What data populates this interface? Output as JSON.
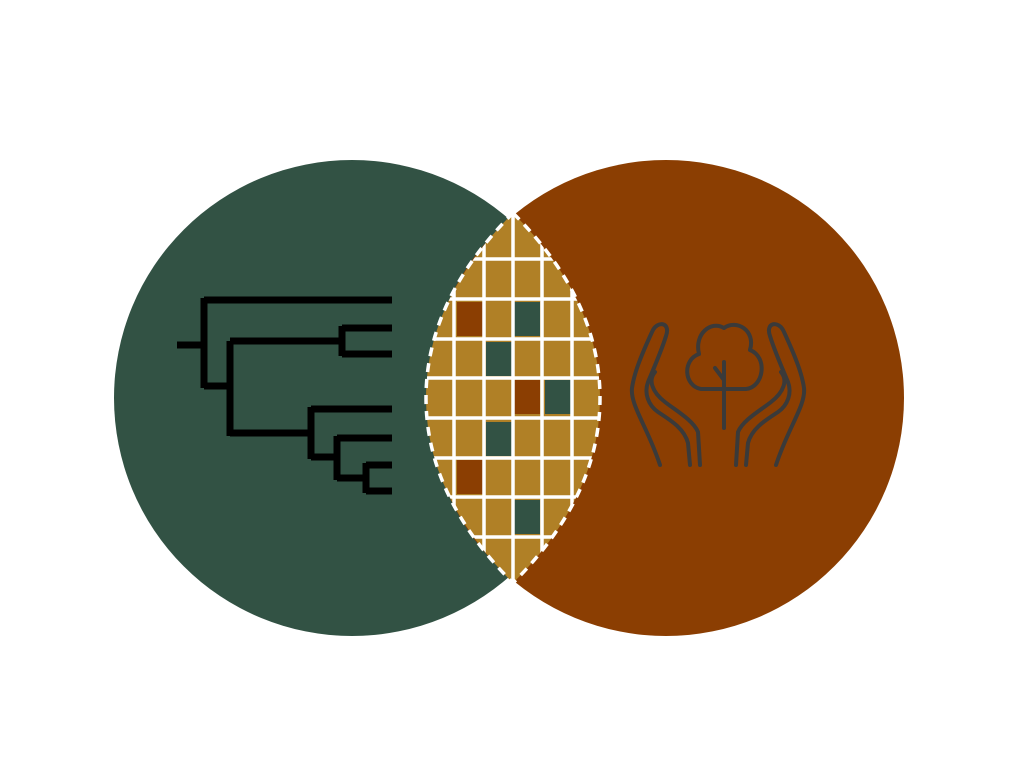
{
  "diagram": {
    "type": "venn",
    "left_set": {
      "icon": "phylogenetic-tree-icon",
      "color": "#325244"
    },
    "right_set": {
      "icon": "hands-holding-tree-icon",
      "color": "#8B3E02"
    },
    "intersection": {
      "icon": "data-matrix-grid",
      "color": "#B08026",
      "border_style": "dashed-white",
      "highlight_colors": [
        "#8B3E02",
        "#325244"
      ]
    }
  },
  "colors": {
    "background": "#ffffff",
    "tree_lines": "#000000",
    "hands_icon": "#3A3A3A",
    "grid_lines": "#ffffff"
  }
}
